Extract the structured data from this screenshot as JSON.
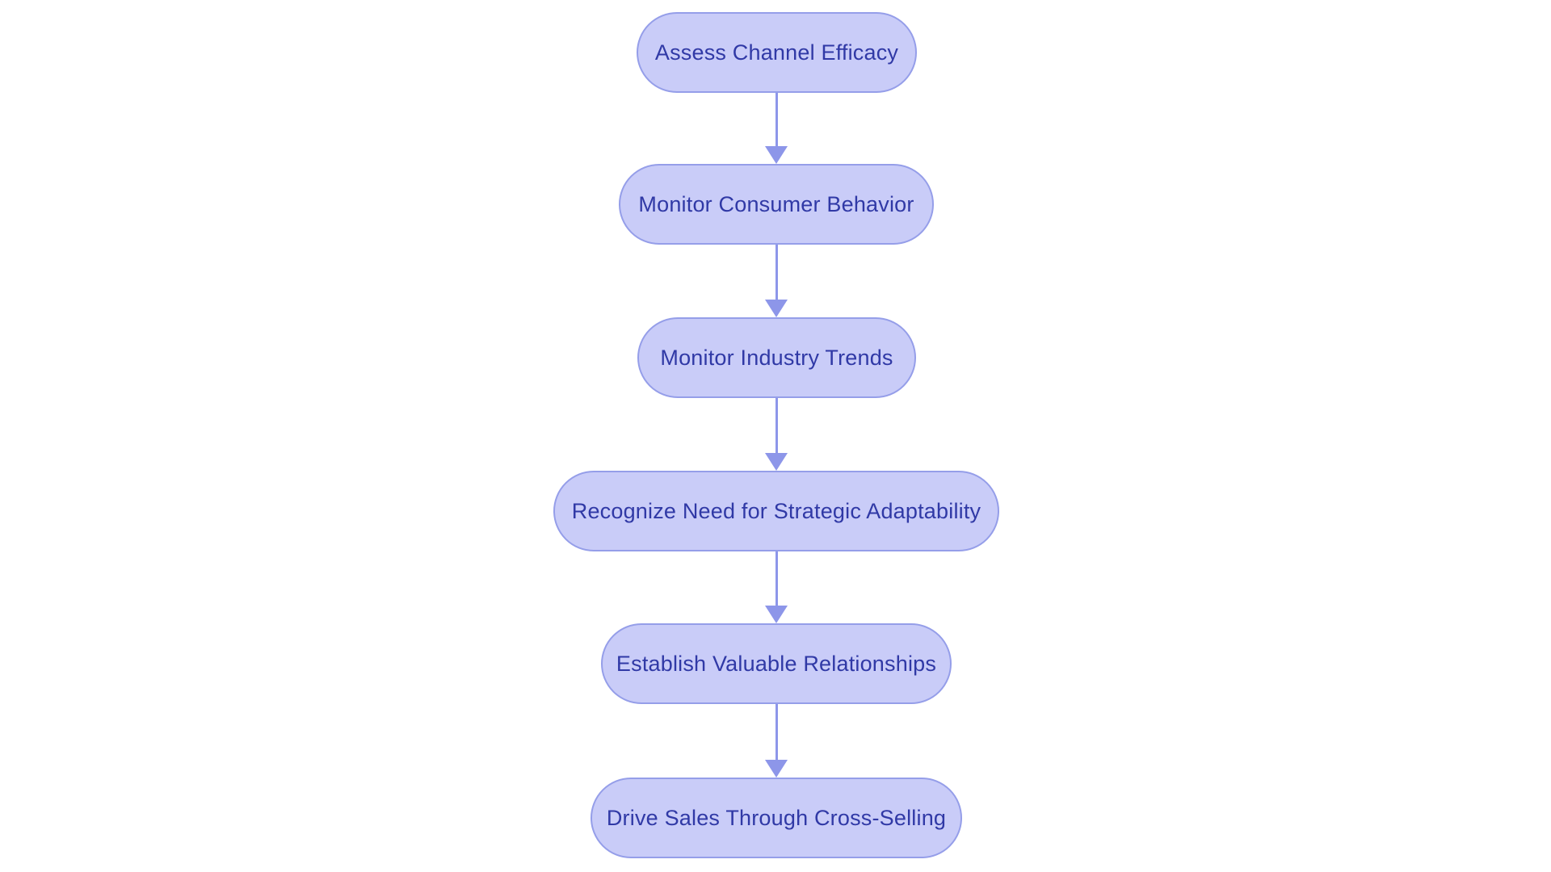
{
  "diagram": {
    "type": "flowchart",
    "direction": "top-to-bottom",
    "nodes": [
      {
        "label": "Assess Channel Efficacy"
      },
      {
        "label": "Monitor Consumer Behavior"
      },
      {
        "label": "Monitor Industry Trends"
      },
      {
        "label": "Recognize Need for Strategic Adaptability"
      },
      {
        "label": "Establish Valuable Relationships"
      },
      {
        "label": "Drive Sales Through Cross-Selling"
      }
    ],
    "edges": [
      {
        "from": "Assess Channel Efficacy",
        "to": "Monitor Consumer Behavior"
      },
      {
        "from": "Monitor Consumer Behavior",
        "to": "Monitor Industry Trends"
      },
      {
        "from": "Monitor Industry Trends",
        "to": "Recognize Need for Strategic Adaptability"
      },
      {
        "from": "Recognize Need for Strategic Adaptability",
        "to": "Establish Valuable Relationships"
      },
      {
        "from": "Establish Valuable Relationships",
        "to": "Drive Sales Through Cross-Selling"
      }
    ],
    "colors": {
      "canvas_bg": "#ffffff",
      "node_fill": "#c9ccf8",
      "node_border": "#959ee9",
      "node_text": "#3039a6",
      "arrow": "#8d96e9"
    }
  }
}
